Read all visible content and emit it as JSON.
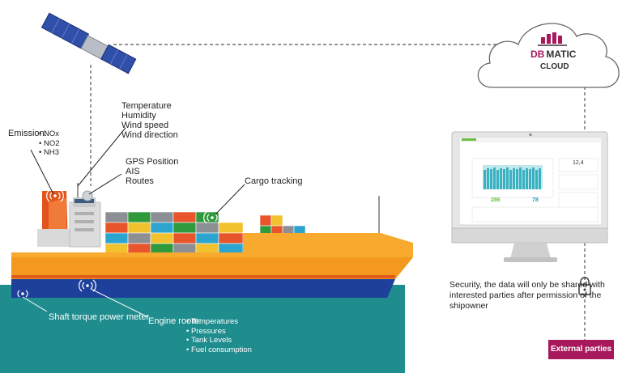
{
  "cloud": {
    "brand_db": "DB",
    "brand_matic": "MATIC",
    "label": "CLOUD"
  },
  "sensors": {
    "emission_label": "Emission:",
    "emission_items": [
      "NOx",
      "NO2",
      "NH3"
    ],
    "weather_lines": [
      "Temperature",
      "Humidity",
      "Wind speed",
      "Wind direction"
    ],
    "gps_lines": [
      "GPS Position",
      "AIS",
      "Routes"
    ],
    "cargo": "Cargo tracking",
    "shaft": "Shaft torque power meter",
    "engine_label": "Engine room:",
    "engine_items": [
      "Temperatures",
      "Pressures",
      "Tank Levels",
      "Fuel consumption"
    ]
  },
  "dashboard": {
    "value_main": "12,4",
    "value_left": "286",
    "value_right": "78"
  },
  "security": {
    "lines": [
      "Security, the data will only be shared with",
      "interested parties after permission of the",
      "shipowner"
    ]
  },
  "external": {
    "label": "External parties"
  },
  "colors": {
    "hull": "#f39a1e",
    "hull_bottom": "#1e3f9a",
    "sea": "#1f8c8e",
    "accent": "#a8185c",
    "funnel": "#e2541b"
  }
}
